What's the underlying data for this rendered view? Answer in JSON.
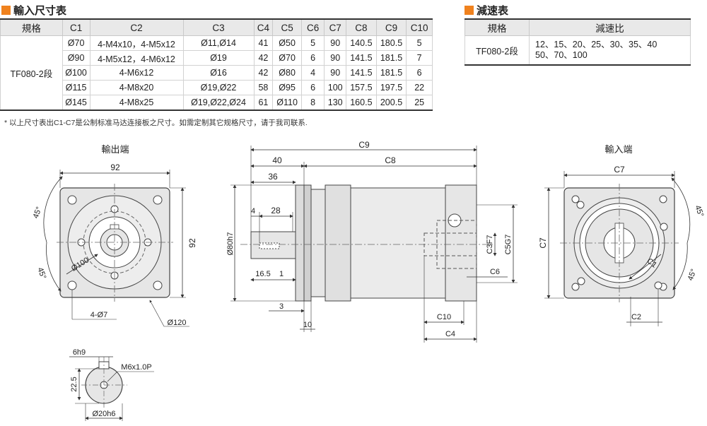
{
  "dim_section": {
    "title": "輸入尺寸表"
  },
  "dim_table": {
    "headers": [
      "規格",
      "C1",
      "C2",
      "C3",
      "C4",
      "C5",
      "C6",
      "C7",
      "C8",
      "C9",
      "C10"
    ],
    "model": "TF080-2段",
    "rows": [
      [
        "Ø70",
        "4-M4x10，4-M5x12",
        "Ø11,Ø14",
        "41",
        "Ø50",
        "5",
        "90",
        "140.5",
        "180.5",
        "5"
      ],
      [
        "Ø90",
        "4-M5x12，4-M6x12",
        "Ø19",
        "42",
        "Ø70",
        "6",
        "90",
        "141.5",
        "181.5",
        "7"
      ],
      [
        "Ø100",
        "4-M6x12",
        "Ø16",
        "42",
        "Ø80",
        "4",
        "90",
        "141.5",
        "181.5",
        "6"
      ],
      [
        "Ø115",
        "4-M8x20",
        "Ø19,Ø22",
        "58",
        "Ø95",
        "6",
        "100",
        "157.5",
        "197.5",
        "22"
      ],
      [
        "Ø145",
        "4-M8x25",
        "Ø19,Ø22,Ø24",
        "61",
        "Ø110",
        "8",
        "130",
        "160.5",
        "200.5",
        "25"
      ]
    ]
  },
  "red_section": {
    "title": "減速表"
  },
  "red_table": {
    "headers": [
      "規格",
      "減速比"
    ],
    "model": "TF080-2段",
    "ratio_line1": "12、15、20、25、30、35、40",
    "ratio_line2": "50、70、100"
  },
  "note": "* 以上尺寸表出C1-C7是公制标准马达连接板之尺寸。如需定制其它规格尺寸，请于我司联系.",
  "views": {
    "output": {
      "title": "輸出端",
      "w": "92",
      "h": "92",
      "pcd": "Ø100",
      "holes": "4-Ø7",
      "flange": "Ø120",
      "angle1": "45°",
      "angle2": "45°"
    },
    "side": {
      "c9": "C9",
      "d40": "40",
      "c8": "C8",
      "d36": "36",
      "d4": "4",
      "d28": "28",
      "pilot": "Ø80h7",
      "d165": "16.5",
      "d1": "1",
      "d3": "3",
      "d10": "10",
      "c3": "C3F7",
      "c5": "C5G7",
      "c6": "C6",
      "c10": "C10",
      "c4": "C4"
    },
    "input": {
      "title": "輸入端",
      "c7w": "C7",
      "c7h": "C7",
      "c1": "C1",
      "c2": "C2",
      "angle1": "45°",
      "angle2": "45°"
    },
    "shaft": {
      "key": "6h9",
      "thread": "M6x1.0P",
      "height": "22.5",
      "dia": "Ø20h6"
    }
  }
}
